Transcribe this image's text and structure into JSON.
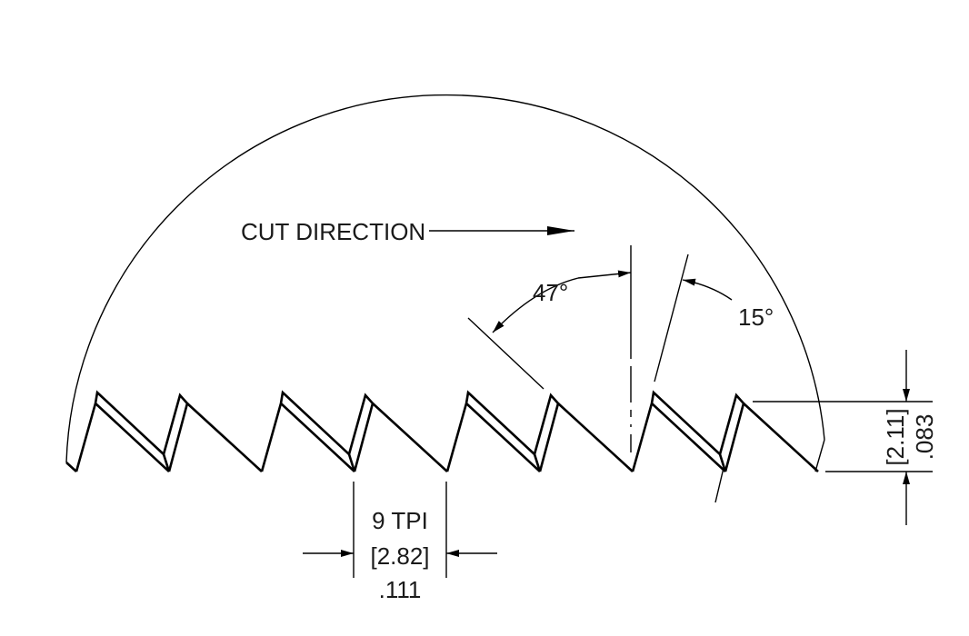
{
  "labels": {
    "cut_direction": "CUT DIRECTION",
    "angle_hook": "47°",
    "angle_back": "15°",
    "pitch_tpi": "9 TPI",
    "pitch_mm": "[2.82]",
    "pitch_in": ".111",
    "height_mm": "[2.11]",
    "height_in": ".083"
  },
  "colors": {
    "line": "#000000",
    "background": "#ffffff"
  }
}
